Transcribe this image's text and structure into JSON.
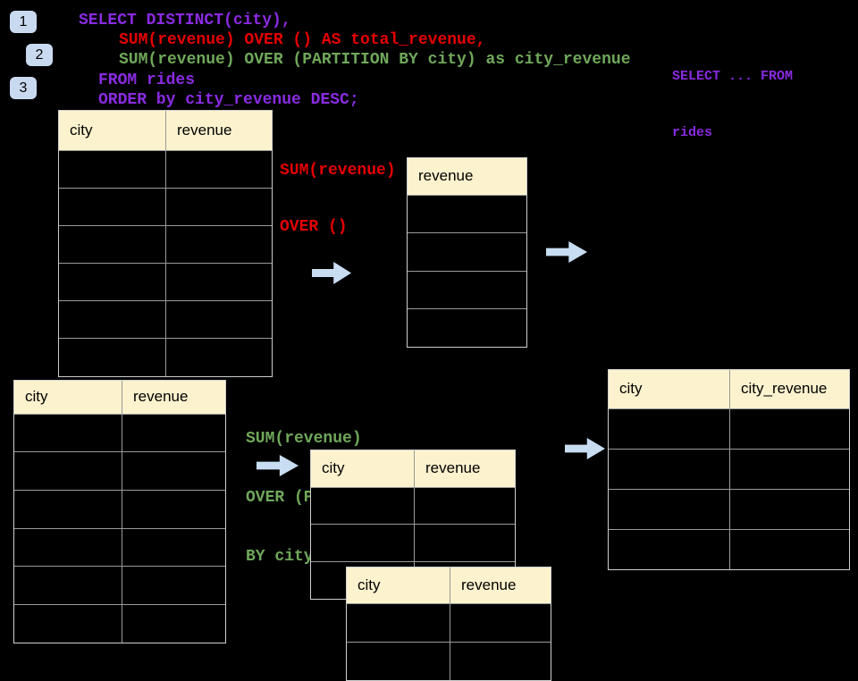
{
  "colors": {
    "header_bg": "#FDF2CE",
    "arrow": "#C8DDF2",
    "badge_bg": "#C9DAF0",
    "purple": "#8A2BE2",
    "red": "#E60000",
    "green": "#6FA85A"
  },
  "steps": [
    {
      "label": "1"
    },
    {
      "label": "2"
    },
    {
      "label": "3"
    }
  ],
  "sql": {
    "lines": [
      {
        "text": "SELECT DISTINCT(city),",
        "color": "#8A2BE2"
      },
      {
        "text": "SUM(revenue) OVER () AS total_revenue,",
        "color": "#E60000"
      },
      {
        "text": "SUM(revenue) OVER (PARTITION BY city) as city_revenue",
        "color": "#6FA85A"
      },
      {
        "text": "FROM rides",
        "color": "#8A2BE2"
      },
      {
        "text": "ORDER by city_revenue DESC;",
        "color": "#8A2BE2"
      }
    ]
  },
  "side_note": {
    "lines": [
      "SELECT ... FROM",
      "rides"
    ],
    "color": "#8A2BE2"
  },
  "annotations": {
    "total": {
      "lines": [
        "SUM(revenue)",
        "OVER ()"
      ],
      "color": "#E60000"
    },
    "partition": {
      "lines": [
        "SUM(revenue)",
        "OVER (PARTITION",
        "BY city)"
      ],
      "color": "#6FA85A"
    }
  },
  "tables": {
    "source": {
      "headers": [
        "city",
        "revenue"
      ],
      "rows": 6
    },
    "total_revenue": {
      "headers": [
        "revenue"
      ],
      "rows": 4
    },
    "source2": {
      "headers": [
        "city",
        "revenue"
      ],
      "rows": 6
    },
    "partition_a": {
      "headers": [
        "city",
        "revenue"
      ],
      "rows": 3
    },
    "partition_b": {
      "headers": [
        "city",
        "revenue"
      ],
      "rows": 2
    },
    "result": {
      "headers": [
        "city",
        "city_revenue"
      ],
      "rows": 4
    }
  }
}
